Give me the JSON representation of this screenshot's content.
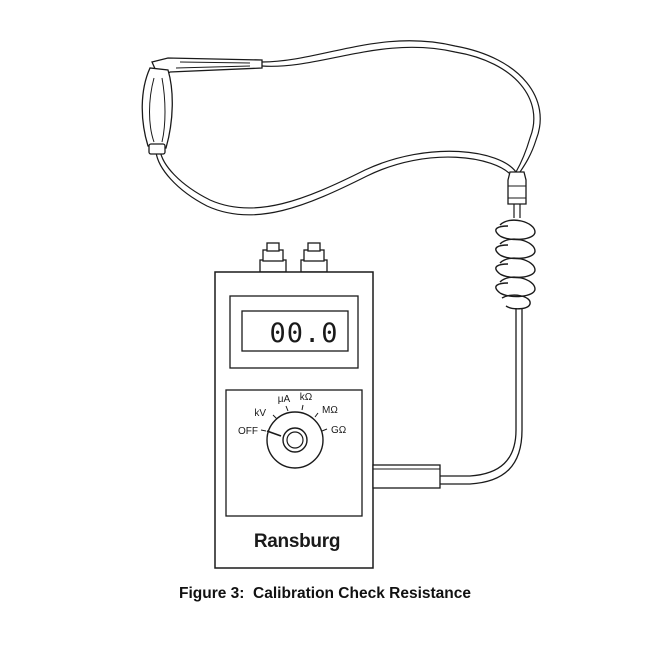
{
  "meter": {
    "display_reading": "00.0",
    "brand": "Ransburg",
    "dial_labels": {
      "off": "OFF",
      "kv": "kV",
      "ua": "μA",
      "kohm": "kΩ",
      "mohm": "MΩ",
      "gohm": "GΩ"
    }
  },
  "caption": "Figure 3:  Calibration Check Resistance"
}
